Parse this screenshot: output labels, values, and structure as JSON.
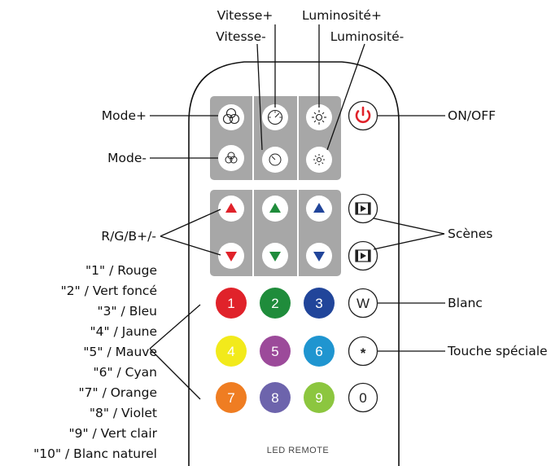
{
  "labels": {
    "vitesse_plus": "Vitesse+",
    "vitesse_minus": "Vitesse-",
    "luminosite_plus": "Luminosité+",
    "luminosite_minus": "Luminosité-",
    "mode_plus": "Mode+",
    "mode_minus": "Mode-",
    "on_off": "ON/OFF",
    "rgb": "R/G/B+/-",
    "scenes": "Scènes",
    "blanc": "Blanc",
    "touche_speciale": "Touche spéciale"
  },
  "color_list": [
    "\"1\" / Rouge",
    "\"2\" / Vert foncé",
    "\"3\" / Bleu",
    "\"4\" / Jaune",
    "\"5\" / Mauve",
    "\"6\" / Cyan",
    "\"7\" / Orange",
    "\"8\" / Violet",
    "\"9\" / Vert clair",
    "\"10\" / Blanc naturel"
  ],
  "remote": {
    "brand_text": "LED REMOTE",
    "number_buttons": [
      {
        "label": "1",
        "color": "#e0222a"
      },
      {
        "label": "2",
        "color": "#1f8c3b"
      },
      {
        "label": "3",
        "color": "#21459a"
      },
      {
        "label": "4",
        "color": "#f2ea1b"
      },
      {
        "label": "5",
        "color": "#9c4a9a"
      },
      {
        "label": "6",
        "color": "#1f95d0"
      },
      {
        "label": "7",
        "color": "#ef7d22"
      },
      {
        "label": "8",
        "color": "#6d64ac"
      },
      {
        "label": "9",
        "color": "#8cc63f"
      }
    ],
    "w_label": "W",
    "star_label": "*",
    "zero_label": "0"
  },
  "colors": {
    "panel_gray": "#a7a7a7",
    "power_red": "#e0222a",
    "arrow_red": "#e0222a",
    "arrow_green": "#1f8c3b",
    "arrow_blue": "#21459a"
  }
}
